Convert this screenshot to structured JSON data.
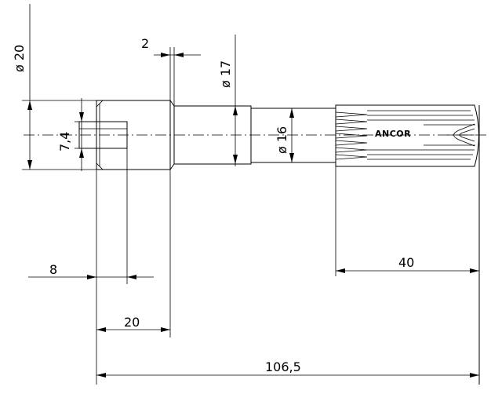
{
  "drawing": {
    "brand_label": "ANCOR",
    "dimensions": {
      "dia_20": "ø 20",
      "dia_17": "ø 17",
      "dia_16": "ø 16",
      "width_7_4": "7,4",
      "len_2": "2",
      "len_8": "8",
      "len_20": "20",
      "len_40": "40",
      "len_106_5": "106,5"
    }
  }
}
